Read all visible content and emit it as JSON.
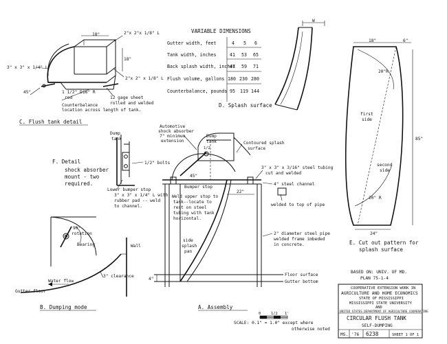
{
  "dimensions_table": {
    "title": "VARIABLE DIMENSIONS",
    "rows": [
      {
        "label": "Gutter width, feet",
        "values": [
          "4",
          "5",
          "6"
        ]
      },
      {
        "label": "Tank width, inches",
        "values": [
          "41",
          "53",
          "65"
        ]
      },
      {
        "label": "Back splash width, inches",
        "values": [
          "47",
          "59",
          "71"
        ]
      },
      {
        "label": "Flush volume, gallons",
        "values": [
          "180",
          "230",
          "280"
        ]
      },
      {
        "label": "Counterbalance, pounds",
        "values": [
          "95",
          "119",
          "144"
        ]
      }
    ]
  },
  "captions": {
    "c": "C. Flush tank detail",
    "d": "D. Splash surface",
    "e1": "E. Cut out pattern for",
    "e2": "splash surface",
    "f1": "F. Detail",
    "f2": "shock absorber",
    "f3": "mount - two",
    "f4": "required.",
    "b": "B. Dumping mode",
    "a": "A. Assembly"
  },
  "labels_c": {
    "dim18top": "18\"",
    "angle_top": "2\"x 2\"x 1/8\" L",
    "dim18side": "18\"",
    "angle_mid": "2\"x 2\" x 1/8\" L",
    "angle_left1": "3\" x 3\" x 1/4\" L",
    "dim45": "45\"",
    "rod1": "1 1/2\" D.",
    "rod2": "rod",
    "r16": "16\" R",
    "gage1": "12 gage sheet",
    "gage2": "rolled and welded",
    "cb1": "Counterbalance",
    "cb2": "location across length of tank."
  },
  "labels_d": {
    "w": "W"
  },
  "labels_e": {
    "d18": "18\"",
    "d6": "6\"",
    "r20a": "20\"R",
    "first1": "first",
    "first2": "side",
    "second1": "second",
    "second2": "side",
    "d85": "85\"",
    "r20b": "20\" R",
    "d24": "24\""
  },
  "labels_f": {
    "dump1": "Dump",
    "dump2": "tank",
    "bolts": "1/2\" bolts",
    "lb1": "Lower bumper stop",
    "lb2": "3\" x 3\" x 1/4\" L with",
    "lb3": "rubber pad -- weld",
    "lb4": "to channel."
  },
  "labels_a": {
    "auto1": "Automotive",
    "auto2": "shock absorber",
    "auto3": "7\" minimum",
    "auto4": "extension",
    "dump1": "Dump",
    "dump2": "tank",
    "half": "1/2",
    "d45": "45\"",
    "bumper": "Bumper stop",
    "cont1": "Contoured splash",
    "cont2": "surface",
    "tube1": "3\" x 3\" x 3/16\" steel tubing",
    "tube2": "cut and welded",
    "channel": "4\" steel channel",
    "d22": "22\"",
    "weld1": "Weld upper stop to",
    "weld2": "tank--locate to",
    "weld3": "rest on steel",
    "weld4": "tubing with tank",
    "weld5": "horizontal.",
    "pipeweld": "welded to top of pipe",
    "side1": "side",
    "side2": "splash",
    "side3": "pan",
    "pipe1": "2\" diameter steel pipe",
    "pipe2": "welded frame imbeded",
    "pipe3": "in concrete.",
    "d4": "4\"",
    "floor": "Floor surface",
    "gutter": "Gutter bottom"
  },
  "labels_b": {
    "deg90a": "90°",
    "deg90b": "rotation",
    "bearing": "Bearing",
    "wall": "Wall",
    "clear": "3\" clearance",
    "water": "Water flow",
    "gfloor": "Gutter floor"
  },
  "based": {
    "line1": "BASED ON: UNIV. OF MD.",
    "line2": "PLAN 75-1-4"
  },
  "title_block": {
    "l1": "COOPERATIVE EXTENSION WORK IN",
    "l2": "AGRICULTURE AND HOME ECONOMICS",
    "l3": "STATE OF MISSISSIPPI",
    "l4": "MISSISSIPPI STATE UNIVERSITY",
    "l5": "AND",
    "l6": "UNITED STATES DEPARTMENT OF AGRICULTURE COOPERATING",
    "t1": "CIRCULAR FLUSH TANK",
    "t2": "SELF-DUMPING",
    "f_ms": "MS.",
    "f_yr": "'76",
    "f_no": "6238",
    "f_sh": "SHEET 1 OF 1"
  },
  "scale": {
    "bar0": "0",
    "bar1": "1/2",
    "bar2": "1'",
    "l1": "SCALE: 0.1\" = 1.0\" except where",
    "l2": "otherwise noted"
  }
}
